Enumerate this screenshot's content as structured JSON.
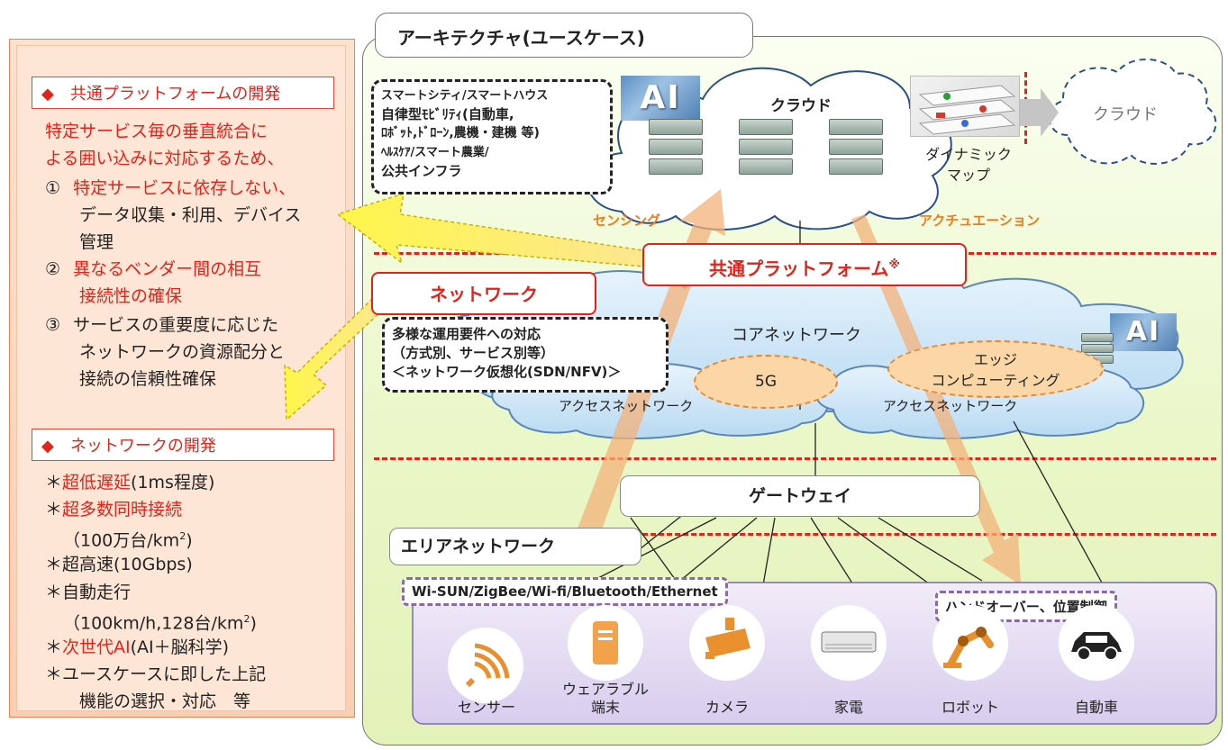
{
  "colors": {
    "accent_red": "#e0241b",
    "orange": "#e87d1e",
    "left_panel": "#fde6d6",
    "main_bg": "#eaf7c9",
    "cloud": "#cfe6f6",
    "ellipse": "#fbd6a6"
  },
  "left": {
    "heading1": "◆　共通プラットフォームの開発",
    "intro_line1": "特定サービス毎の垂直統合に",
    "intro_line2": "よる囲い込みに対応するため、",
    "item1_num": "①",
    "item1_red": "特定サービスに依存しない、",
    "item1_line2": "データ収集・利用、デバイス",
    "item1_line3": "管理",
    "item2_num": "②",
    "item2_red_line1": "異なるベンダー間の相互",
    "item2_red_line2": "接続性の確保",
    "item3_num": "③",
    "item3_line1": "サービスの重要度に応じた",
    "item3_line2": "ネットワークの資源配分と",
    "item3_line3": "接続の信頼性確保",
    "heading2": "◆　ネットワークの開発",
    "b1_star": "＊",
    "b1_red": "超低遅延",
    "b1_rest": "(1ms程度)",
    "b2_star": "＊",
    "b2_red": "超多数同時接続",
    "b2_line2_pre": "（100万台/km",
    "b2_sup": "2",
    "b2_line2_post": ")",
    "b3": "＊超高速(10Gbps)",
    "b4": "＊自動走行",
    "b4_line2_pre": "（100km/h,128台/km",
    "b4_sup": "2",
    "b4_line2_post": ")",
    "b5_star": "＊",
    "b5_red": "次世代AI",
    "b5_rest": "(AI＋脳科学)",
    "b6_line1": "＊ユースケースに即した上記",
    "b6_line2": "機能の選択・対応　等"
  },
  "main": {
    "title": "アーキテクチャ(ユースケース)",
    "use_case_lines": [
      "スマートシティ/スマートハウス",
      "自律型ﾓﾋﾞﾘﾃｨ(自動車,",
      "ﾛﾎﾞｯﾄ,ﾄﾞﾛｰﾝ,農機・建機 等)",
      "ﾍﾙｽｹｱ/スマート農業/",
      "公共インフラ"
    ],
    "ai_label": "AI",
    "cloud_label": "クラウド",
    "dynamic_map": "ダイナミック\nマップ",
    "cloud2_label": "クラウド",
    "sensing": "センシング",
    "actuation": "アクチュエーション",
    "platform_label": "共通プラットフォーム",
    "platform_note": "※",
    "network_label": "ネットワーク",
    "ops_lines": [
      "多様な運用要件への対応",
      "（方式別、サービス別等）",
      "＜ネットワーク仮想化(SDN/NFV)＞"
    ],
    "core_network": "コアネットワーク",
    "fiveg": "5G",
    "edge_computing": "エッジ\nコンピューティング",
    "access1": "アクセスネットワーク",
    "access2": "アクセスネットワーク",
    "gateway": "ゲートウェイ",
    "area_network": "エリアネットワーク",
    "protocols": "Wi-SUN/ZigBee/Wi-fi/Bluetooth/Ethernet",
    "handover": "ハンドオーバー、位置制御",
    "devices": [
      "センサー",
      "ウェアラブル\n端末",
      "カメラ",
      "家電",
      "ロボット",
      "自動車"
    ]
  }
}
